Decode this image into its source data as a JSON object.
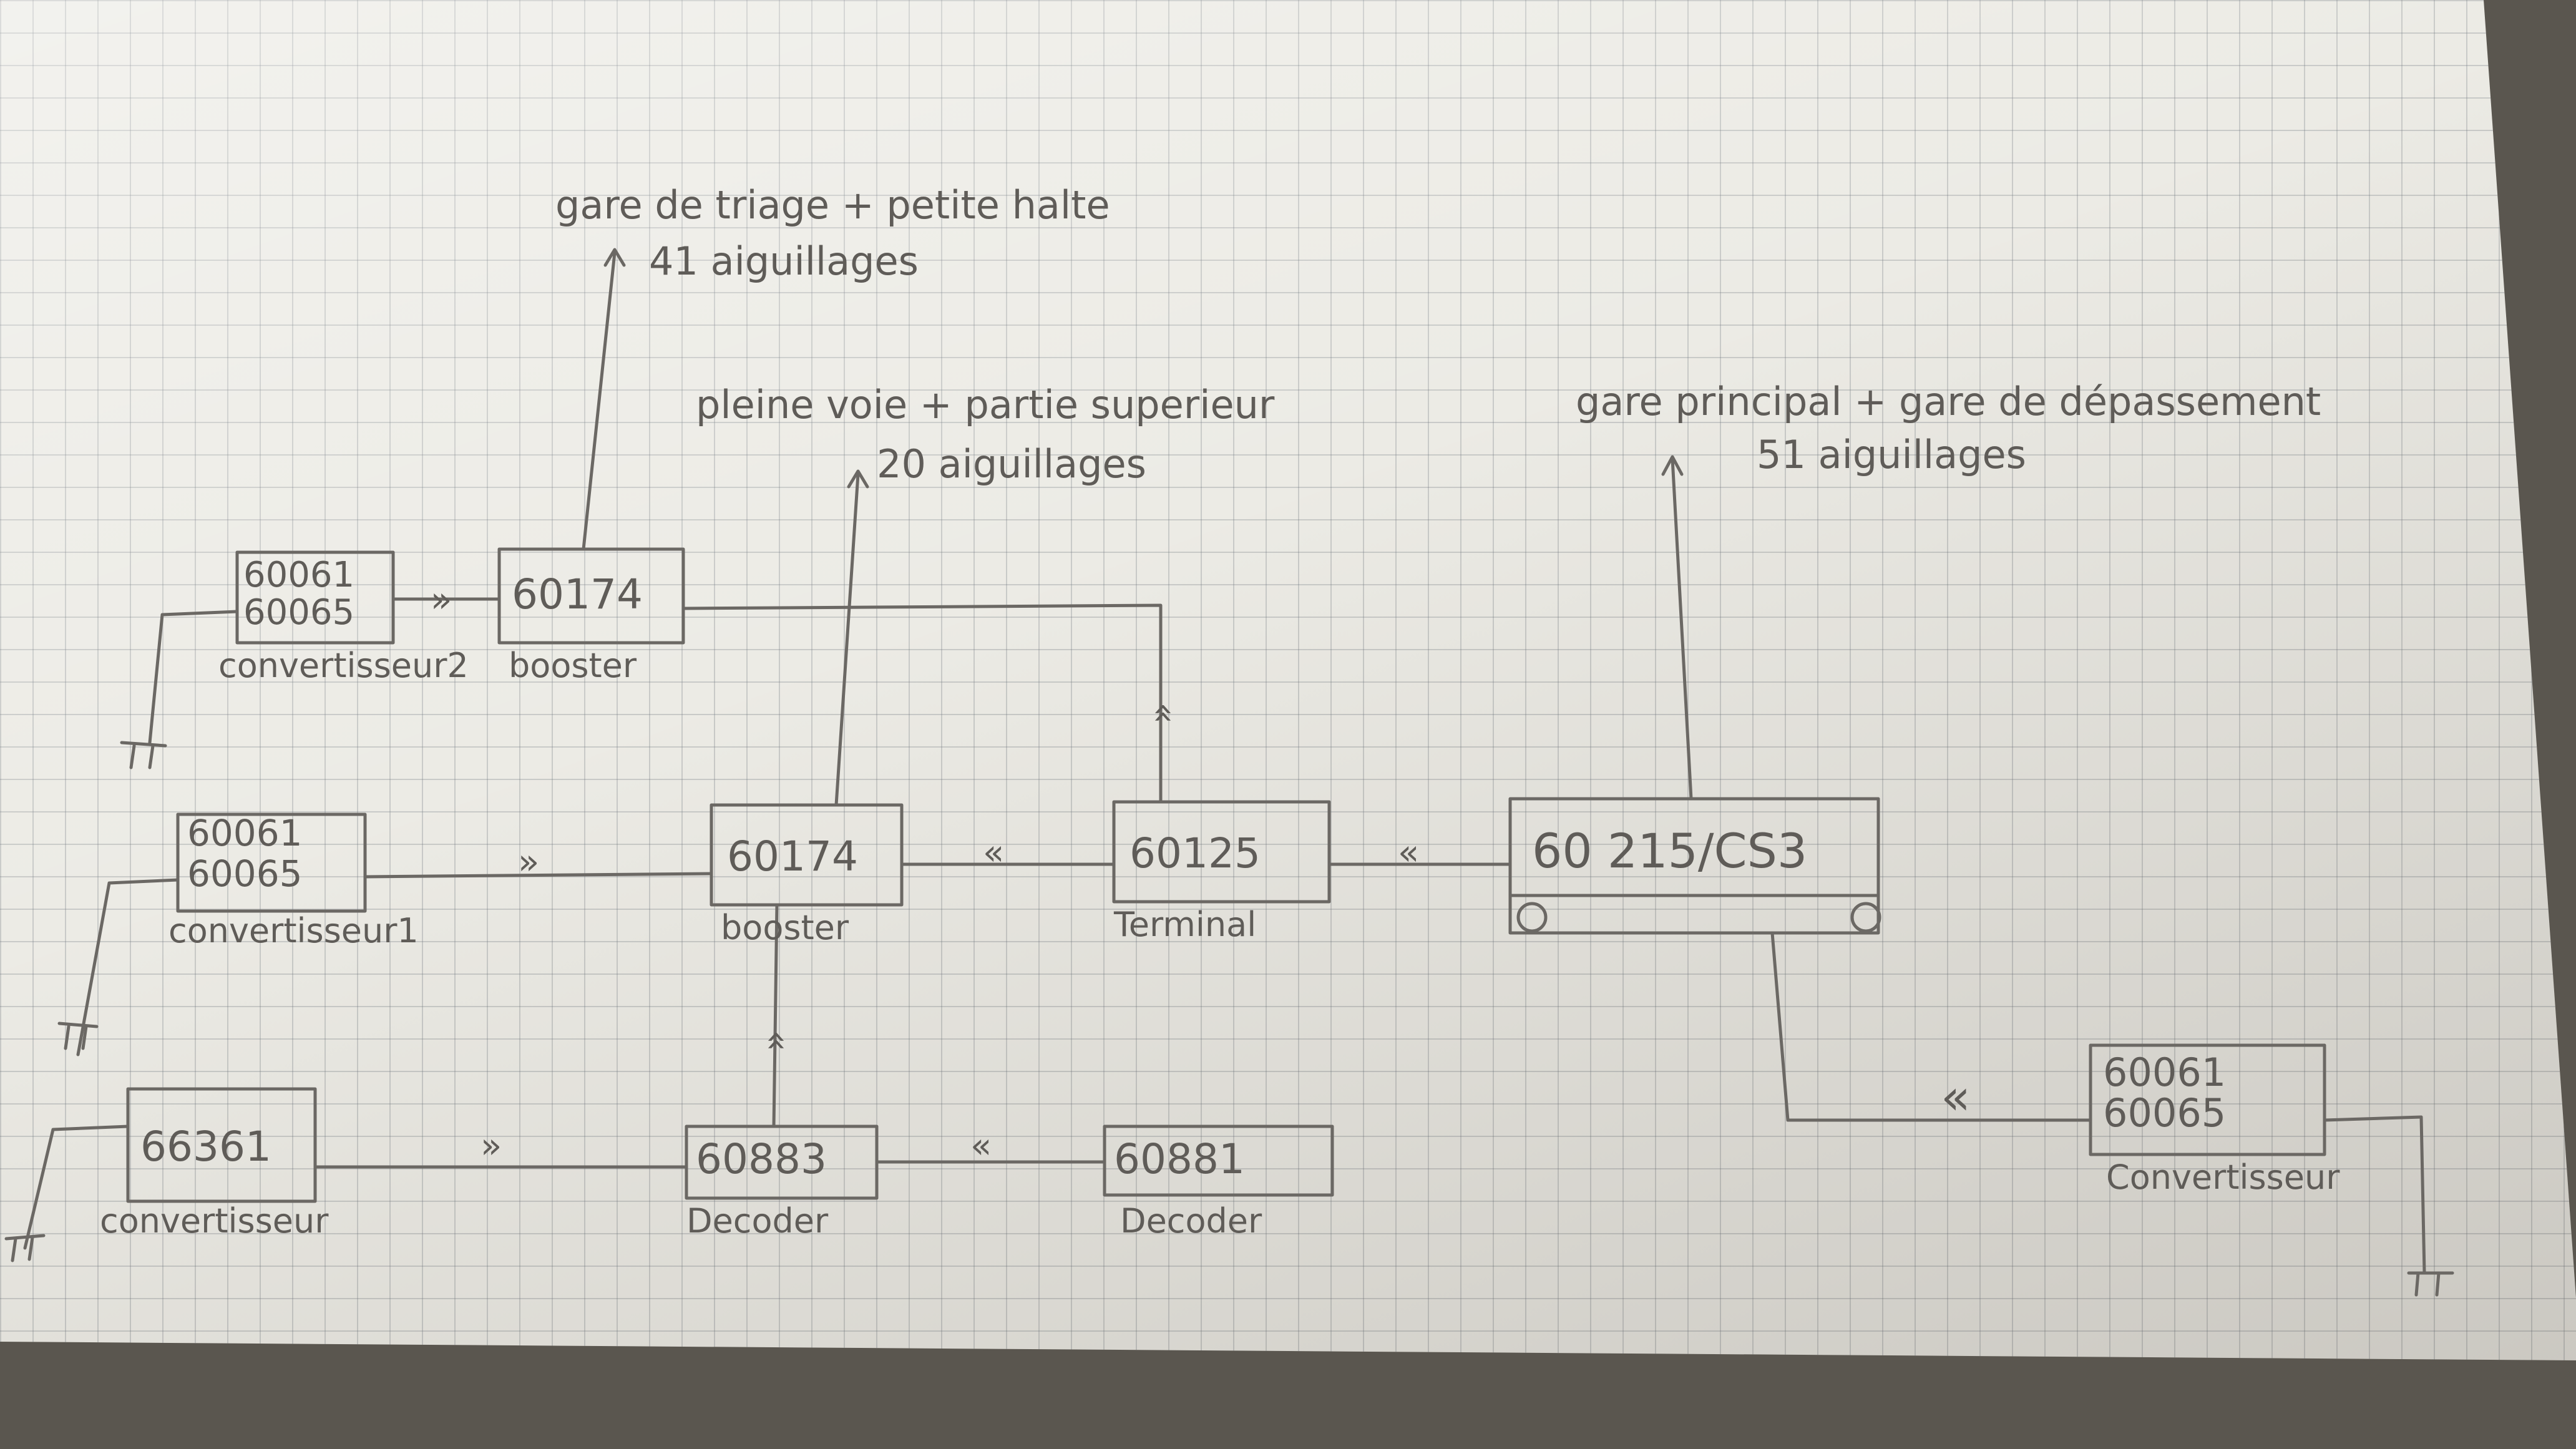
{
  "groups": {
    "triage": {
      "title": "gare de triage + petite halte",
      "count": "41 aiguillages"
    },
    "pleine": {
      "title": "pleine voie + partie superieur",
      "count": "20 aiguillages"
    },
    "principal": {
      "title": "gare principal + gare de dépassement",
      "count": "51 aiguillages"
    }
  },
  "components": {
    "conv2": {
      "code1": "60061",
      "code2": "60065",
      "label": "convertisseur2"
    },
    "booster_top": {
      "code": "60174",
      "label": "booster"
    },
    "conv1": {
      "code1": "60061",
      "code2": "60065",
      "label": "convertisseur1"
    },
    "booster_mid": {
      "code": "60174",
      "label": "booster"
    },
    "terminal": {
      "code": "60125",
      "label": "Terminal"
    },
    "cs3": {
      "code": "60 215/CS3"
    },
    "conv_right": {
      "code1": "60061",
      "code2": "60065",
      "label": "Convertisseur"
    },
    "conv_low": {
      "code": "66361",
      "label": "convertisseur"
    },
    "decoder_a": {
      "code": "60883",
      "label": "Decoder"
    },
    "decoder_b": {
      "code": "60881",
      "label": "Decoder"
    }
  },
  "arrows": {
    "conv2_booster": "»",
    "conv1_booster": "»",
    "booster_terminal": "«",
    "terminal_cs3": "«",
    "conv_decoder": "»",
    "decoder_decoder": "«",
    "cs3_convertisseur": "«"
  },
  "colors": {
    "paper": "#ecebe5",
    "grid": "#6e737d",
    "pencil": "#6b6864"
  }
}
